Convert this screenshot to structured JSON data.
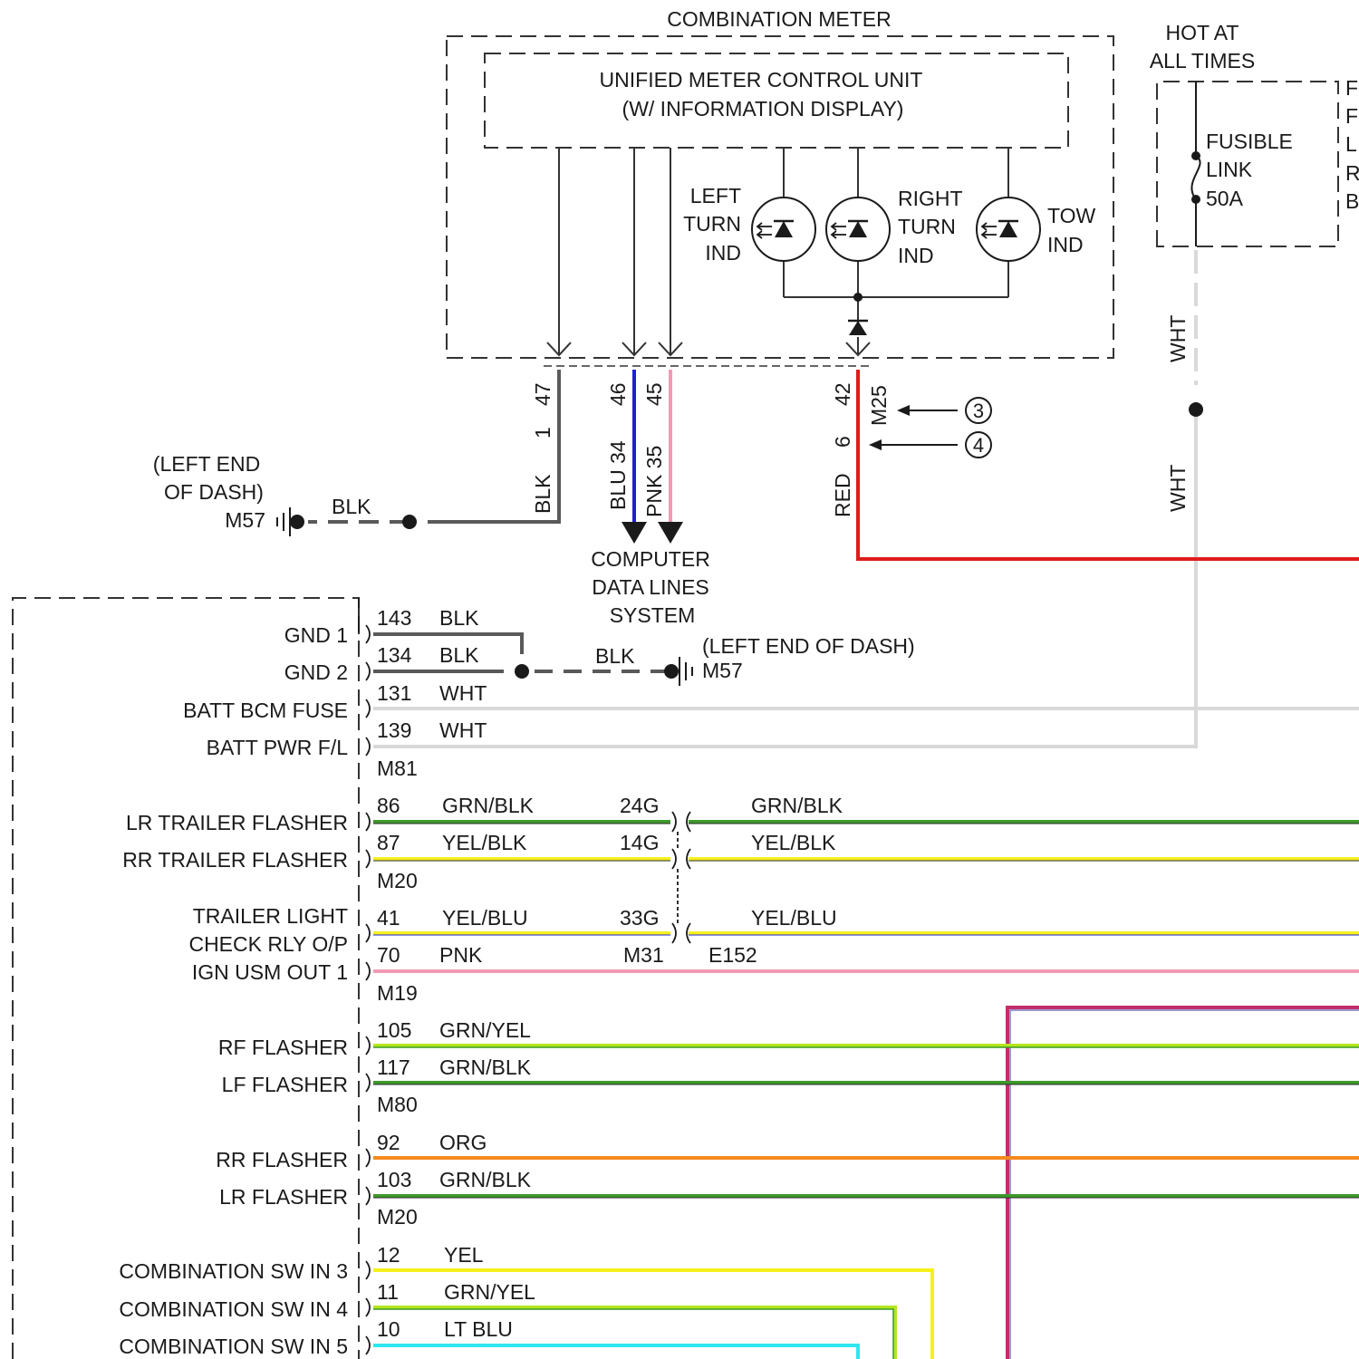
{
  "meter": {
    "title": "COMBINATION METER",
    "unit_line1": "UNIFIED METER CONTROL UNIT",
    "unit_line2": "(W/ INFORMATION DISPLAY)",
    "left_turn": [
      "LEFT",
      "TURN",
      "IND"
    ],
    "right_turn": [
      "RIGHT",
      "TURN",
      "IND"
    ],
    "tow": [
      "TOW",
      "IND"
    ]
  },
  "fuse": {
    "hot": [
      "HOT AT",
      "ALL TIMES"
    ],
    "link": [
      "FUSIBLE",
      "LINK",
      "50A"
    ],
    "side_letters": [
      "F",
      "F",
      "L",
      "R",
      "B"
    ],
    "wire_upper": "WHT",
    "wire_lower": "WHT"
  },
  "meter_pins": {
    "p47": "47",
    "p1": "1",
    "blk": "BLK",
    "p46": "46",
    "p34": "BLU 34",
    "p45": "45",
    "p35": "PNK 35",
    "p42": "42",
    "m25": "M25",
    "p6": "6",
    "red": "RED",
    "ref3": "3",
    "ref4": "4"
  },
  "ground_top": {
    "line1": "(LEFT END",
    "line2": "OF DASH)",
    "conn": "M57",
    "wire": "BLK"
  },
  "data_lines": [
    "COMPUTER",
    "DATA LINES",
    "SYSTEM"
  ],
  "ground_mid": {
    "wire": "BLK",
    "label": "(LEFT END OF DASH)",
    "conn": "M57"
  },
  "rows": [
    {
      "label": "GND 1",
      "pin": "143",
      "color": "BLK"
    },
    {
      "label": "GND 2",
      "pin": "134",
      "color": "BLK"
    },
    {
      "label": "BATT BCM FUSE",
      "pin": "131",
      "color": "WHT"
    },
    {
      "label": "BATT PWR F/L",
      "pin": "139",
      "color": "WHT"
    },
    {
      "label": "LR TRAILER FLASHER",
      "pin": "86",
      "color": "GRN/BLK",
      "jpin": "24G",
      "jcolor": "GRN/BLK"
    },
    {
      "label": "RR TRAILER FLASHER",
      "pin": "87",
      "color": "YEL/BLK",
      "jpin": "14G",
      "jcolor": "YEL/BLK"
    },
    {
      "label": "TRAILER LIGHT",
      "label2": "CHECK RLY O/P",
      "pin": "41",
      "color": "YEL/BLU",
      "jpin": "33G",
      "jcolor": "YEL/BLU"
    },
    {
      "label": "IGN USM OUT 1",
      "pin": "70",
      "color": "PNK"
    },
    {
      "label": "RF FLASHER",
      "pin": "105",
      "color": "GRN/YEL"
    },
    {
      "label": "LF FLASHER",
      "pin": "117",
      "color": "GRN/BLK"
    },
    {
      "label": "RR FLASHER",
      "pin": "92",
      "color": "ORG"
    },
    {
      "label": "LR FLASHER",
      "pin": "103",
      "color": "GRN/BLK"
    },
    {
      "label": "COMBINATION SW IN 3",
      "pin": "12",
      "color": "YEL"
    },
    {
      "label": "COMBINATION SW IN 4",
      "pin": "11",
      "color": "GRN/YEL"
    },
    {
      "label": "COMBINATION SW IN 5",
      "pin": "10",
      "color": "LT BLU"
    }
  ],
  "connectors": {
    "m81": "M81",
    "m20a": "M20",
    "m19": "M19",
    "m80": "M80",
    "m20b": "M20",
    "m31": "M31",
    "e152": "E152"
  },
  "colors": {
    "blk": "#5a5a5a",
    "blu": "#1f1fd6",
    "pnk": "#f09ab4",
    "red": "#e01b1b",
    "wht": "#d9d9d9",
    "grn": "#3d9a2a",
    "yel": "#f5f01e",
    "org": "#f58a1f",
    "ltblu": "#2fe6f0",
    "magenta": "#c0306a"
  }
}
